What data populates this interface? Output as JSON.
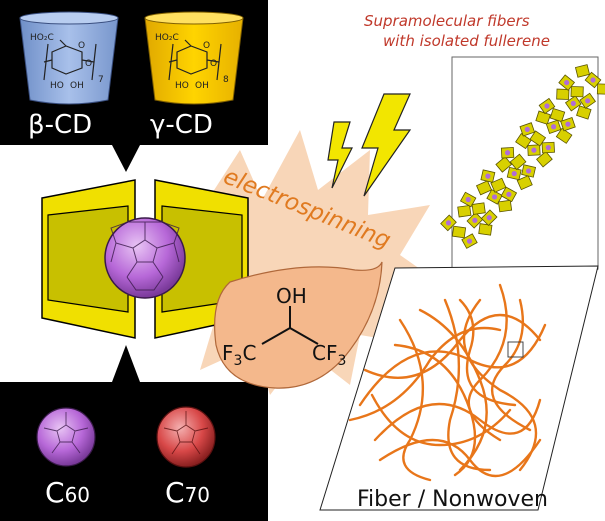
{
  "top_box": {
    "beta": {
      "label": "β-CD",
      "color": "#8eaee0",
      "hydroxymethyl": "HO₂C",
      "oh_left": "HO",
      "oh_right": "OH",
      "ring_o": "O",
      "bridge_o": "O",
      "repeat": "7"
    },
    "gamma": {
      "label": "γ-CD",
      "color": "#f5c400",
      "hydroxymethyl": "HO₂C",
      "oh_left": "HO",
      "oh_right": "OH",
      "ring_o": "O",
      "bridge_o": "O",
      "repeat": "8"
    }
  },
  "bottom_box": {
    "c60": {
      "label": "C",
      "sub": "60",
      "color": "#b768d8"
    },
    "c70": {
      "label": "C",
      "sub": "70",
      "color": "#d84848"
    }
  },
  "process": {
    "label": "electrospinning",
    "label_color": "#e07a20",
    "burst_color": "#f8d4b4",
    "bolt_color": "#f2e600"
  },
  "solvent": {
    "oh": "OH",
    "cf3_left": "F",
    "cf3_left_sub": "3",
    "cf3_left_c": "C",
    "ch": "",
    "cf3_right": "CF",
    "cf3_right_sub": "3",
    "blob_color": "#f4b88c"
  },
  "inset": {
    "title_line1": "Supramolecular fibers",
    "title_line2": "with isolated fullerene",
    "title_color": "#c0392b",
    "fiber_color": "#d8d000",
    "dot_color": "#b06cd8"
  },
  "product": {
    "label": "Fiber / Nonwoven",
    "fiber_color": "#e8761a"
  },
  "complex": {
    "cd_color": "#c8c000",
    "frame_color": "#f0e000",
    "guest_color": "#b768d8"
  }
}
